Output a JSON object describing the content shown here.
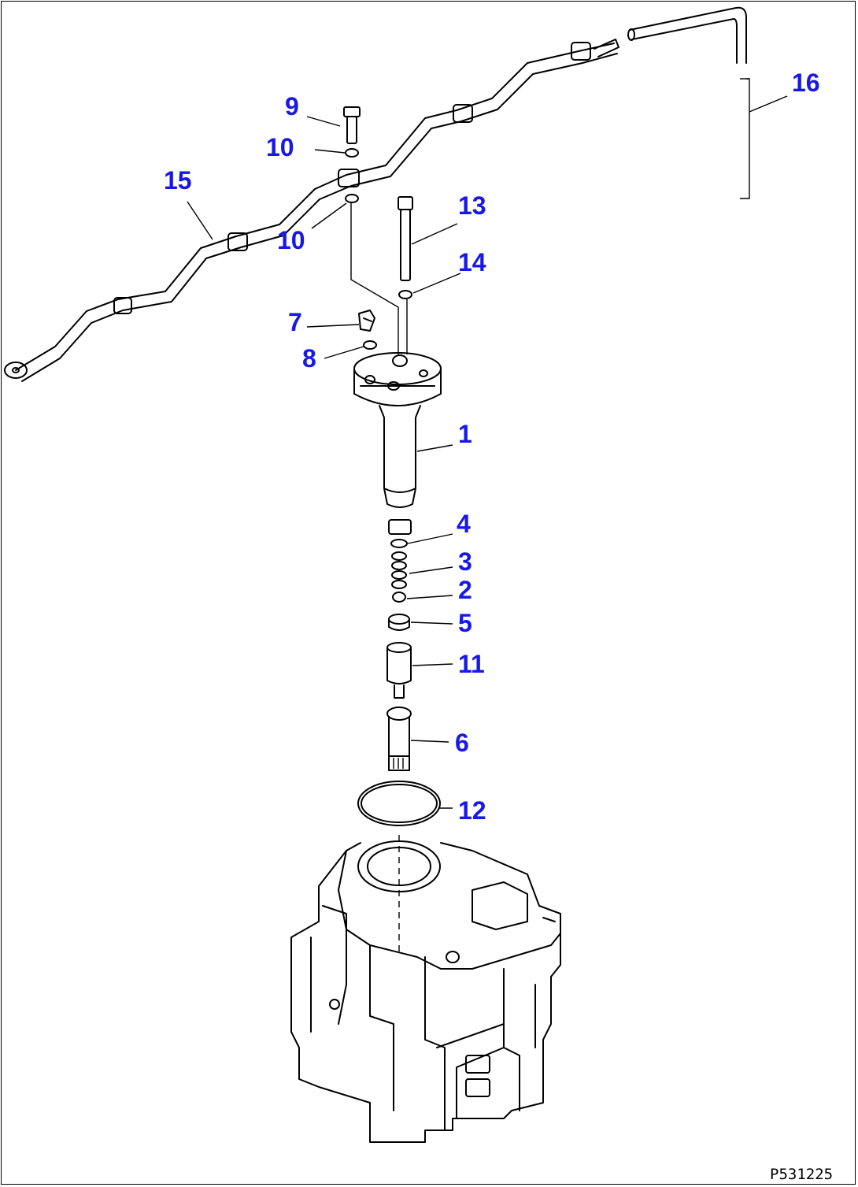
{
  "callouts": [
    {
      "id": "1",
      "label": "1"
    },
    {
      "id": "2",
      "label": "2"
    },
    {
      "id": "3",
      "label": "3"
    },
    {
      "id": "4",
      "label": "4"
    },
    {
      "id": "5",
      "label": "5"
    },
    {
      "id": "6",
      "label": "6"
    },
    {
      "id": "7",
      "label": "7"
    },
    {
      "id": "8",
      "label": "8"
    },
    {
      "id": "9",
      "label": "9"
    },
    {
      "id": "10a",
      "label": "10"
    },
    {
      "id": "10b",
      "label": "10"
    },
    {
      "id": "11",
      "label": "11"
    },
    {
      "id": "12",
      "label": "12"
    },
    {
      "id": "13",
      "label": "13"
    },
    {
      "id": "14",
      "label": "14"
    },
    {
      "id": "15",
      "label": "15"
    },
    {
      "id": "16",
      "label": "16"
    }
  ],
  "drawing_code": "P531225",
  "colors": {
    "callout": "#1818e8",
    "line": "#000000",
    "background": "#ffffff"
  }
}
